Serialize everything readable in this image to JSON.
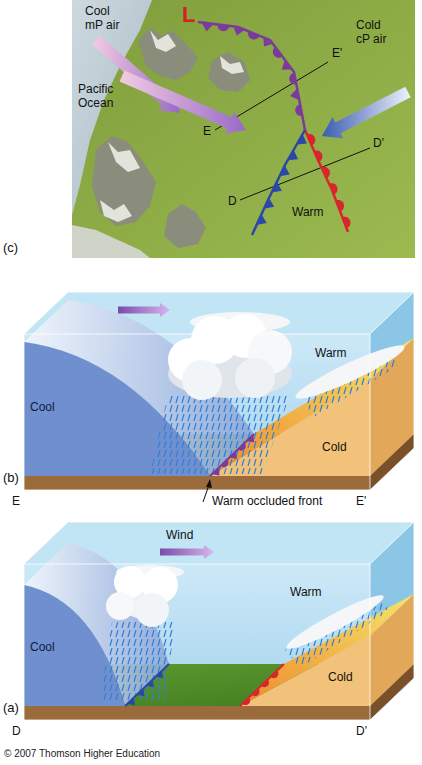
{
  "diagram": {
    "labels": [
      "L",
      "Cool mP air",
      "Cold cP air",
      "Pacific Ocean",
      "E'",
      "E",
      "D'",
      "D",
      "Warm",
      "(c)",
      "Warm",
      "Cool",
      "Cold",
      "(b)",
      "E",
      "Warm occluded front",
      "E'",
      "Wind",
      "Warm",
      "Cool",
      "Cold",
      "(a)",
      "D",
      "D'",
      "© 2007 Thomson Higher Education"
    ]
  }
}
